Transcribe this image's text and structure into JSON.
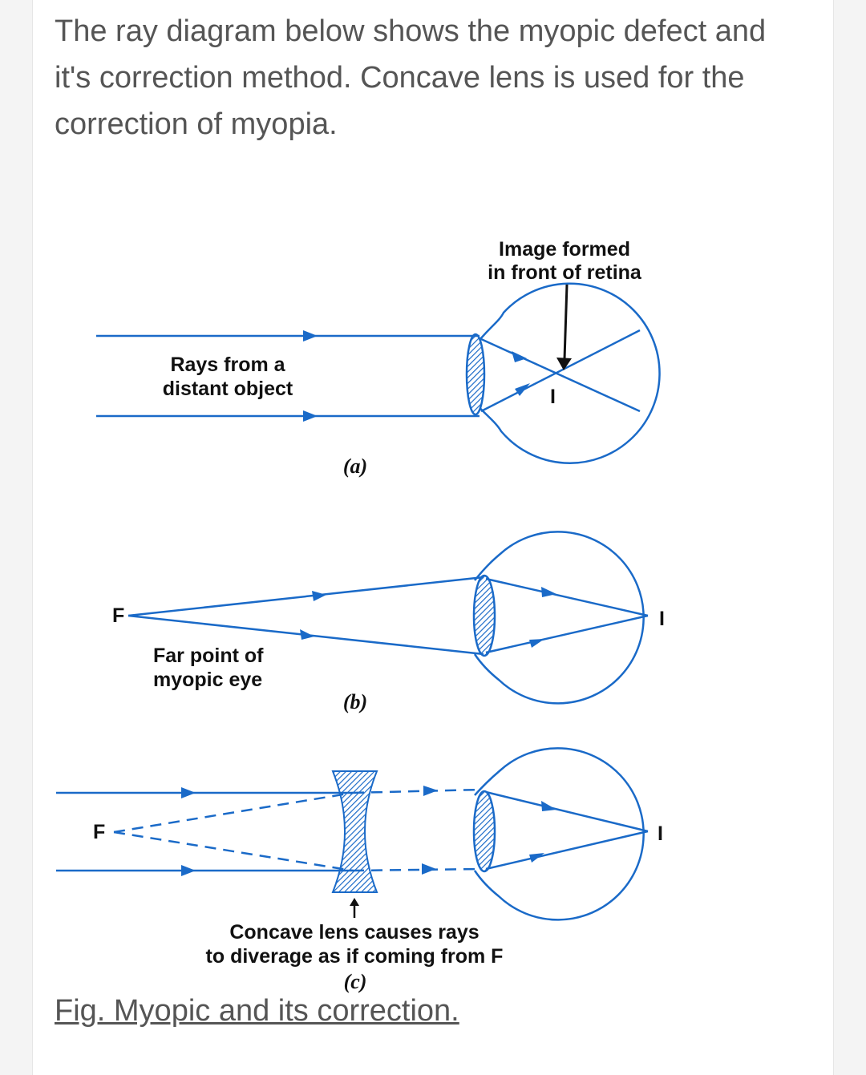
{
  "intro_text": "The ray diagram below shows the myopic defect and it's correction method. Concave lens is used for the correction of myopia.",
  "caption": "Fig. Myopic and its correction.",
  "panel_a": {
    "label_image_line1": "Image formed",
    "label_image_line2": "in front of retina",
    "label_rays_line1": "Rays from a",
    "label_rays_line2": "distant object",
    "image_mark": "I",
    "sublabel": "(a)"
  },
  "panel_b": {
    "focus_label": "F",
    "label_far_line1": "Far point of",
    "label_far_line2": "myopic eye",
    "image_mark": "I",
    "sublabel": "(b)"
  },
  "panel_c": {
    "focus_label": "F",
    "label_lens_line1": "Concave lens causes rays",
    "label_lens_line2": "to diverage as if coming from F",
    "image_mark": "I",
    "sublabel": "(c)"
  },
  "colors": {
    "ray": "#1a6ac8",
    "text": "#555555",
    "lens_hatch": "#1a6ac8"
  }
}
